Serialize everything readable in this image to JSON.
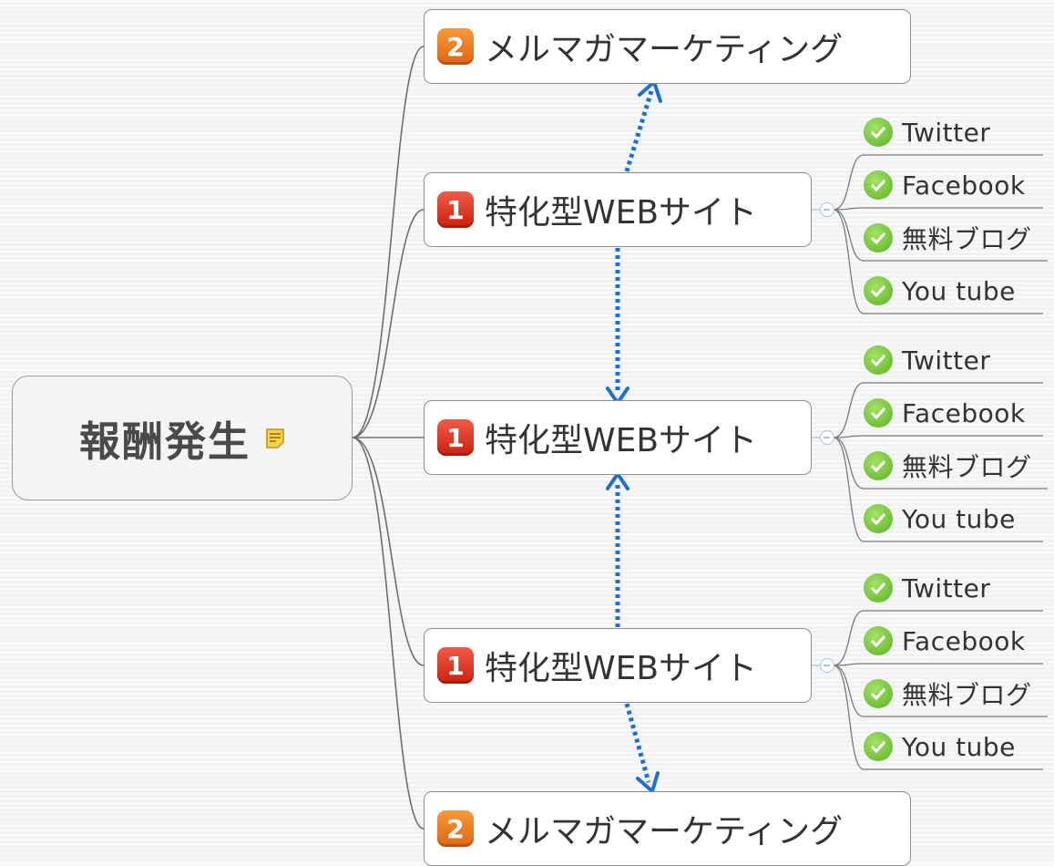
{
  "root": {
    "title": "報酬発生",
    "note_icon": "note-icon"
  },
  "branches": [
    {
      "id": "top-mail",
      "priority": "2",
      "label": "メルマガマーケティング",
      "priority_color": "#e86d1a"
    },
    {
      "id": "site-1",
      "priority": "1",
      "label": "特化型WEBサイト",
      "priority_color": "#d83a22",
      "children": [
        "Twitter",
        "Facebook",
        "無料ブログ",
        "You tube"
      ]
    },
    {
      "id": "site-2",
      "priority": "1",
      "label": "特化型WEBサイト",
      "priority_color": "#d83a22",
      "children": [
        "Twitter",
        "Facebook",
        "無料ブログ",
        "You tube"
      ]
    },
    {
      "id": "site-3",
      "priority": "1",
      "label": "特化型WEBサイト",
      "priority_color": "#d83a22",
      "children": [
        "Twitter",
        "Facebook",
        "無料ブログ",
        "You tube"
      ]
    },
    {
      "id": "bottom-mail",
      "priority": "2",
      "label": "メルマガマーケティング",
      "priority_color": "#e86d1a"
    }
  ],
  "colors": {
    "relationship_arrow": "#1f6fd1",
    "connector": "#6f6f6f",
    "check_icon": "#6cc13a",
    "background": "#f1f2f4"
  },
  "icons": {
    "leaf": "check-circle-icon",
    "collapse": "collapse-toggle-icon"
  }
}
